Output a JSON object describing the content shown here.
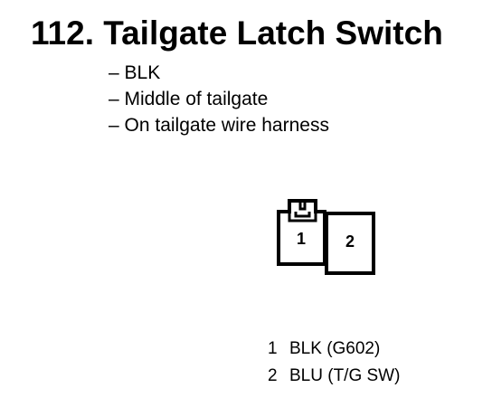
{
  "title": "112. Tailgate Latch Switch",
  "info": [
    "– BLK",
    "– Middle of tailgate",
    "– On tailgate wire harness"
  ],
  "connector": {
    "cavities": [
      {
        "number": "1"
      },
      {
        "number": "2"
      }
    ]
  },
  "pins": [
    {
      "number": "1",
      "label": "BLK (G602)"
    },
    {
      "number": "2",
      "label": "BLU (T/G SW)"
    }
  ]
}
